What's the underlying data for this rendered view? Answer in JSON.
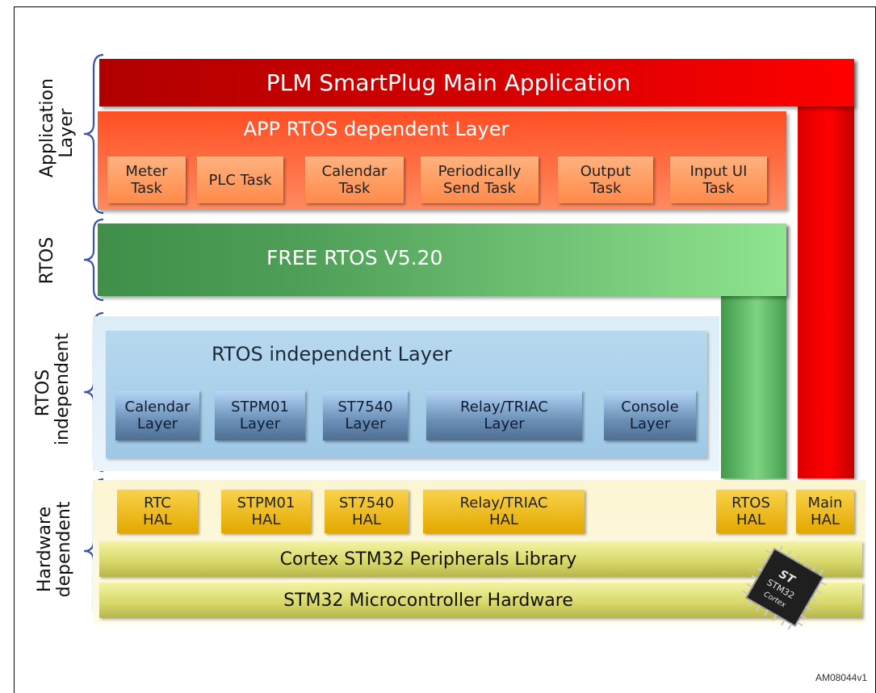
{
  "figure": {
    "code": "AM08044v1"
  },
  "side_labels": {
    "application": "Application\nLayer",
    "rtos": "RTOS",
    "rtos_independent": "RTOS\nindependent",
    "hardware": "Hardware\ndependent"
  },
  "main_app": {
    "title": "PLM SmartPlug Main Application"
  },
  "app_layer": {
    "title": "APP RTOS dependent Layer",
    "tasks": [
      "Meter\nTask",
      "PLC Task",
      "Calendar\nTask",
      "Periodically\nSend Task",
      "Output\nTask",
      "Input UI\nTask"
    ]
  },
  "rtos": {
    "title": "FREE RTOS V5.20"
  },
  "rtos_independent": {
    "title": "RTOS independent Layer",
    "layers": [
      "Calendar\nLayer",
      "STPM01\nLayer",
      "ST7540\nLayer",
      "Relay/TRIAC\nLayer",
      "Console\nLayer"
    ]
  },
  "hardware": {
    "hals": [
      "RTC\nHAL",
      "STPM01\nHAL",
      "ST7540\nHAL",
      "Relay/TRIAC\nHAL"
    ],
    "rtos_hal": "RTOS\nHAL",
    "main_hal": "Main\nHAL",
    "peripherals_library": "Cortex STM32 Peripherals Library",
    "microcontroller": "STM32 Microcontroller Hardware"
  },
  "chip": {
    "brand": "ST",
    "line1": "STM32",
    "line2": "Cortex"
  },
  "colors": {
    "main_app": "#d10000",
    "app_layer": "#ff6a3d",
    "rtos": "#5fb862",
    "rtos_independent": "#9ec8e6",
    "hal": "#f2c01a",
    "peripheral_bar": "#d7d768",
    "brace": "#3a53a8"
  }
}
